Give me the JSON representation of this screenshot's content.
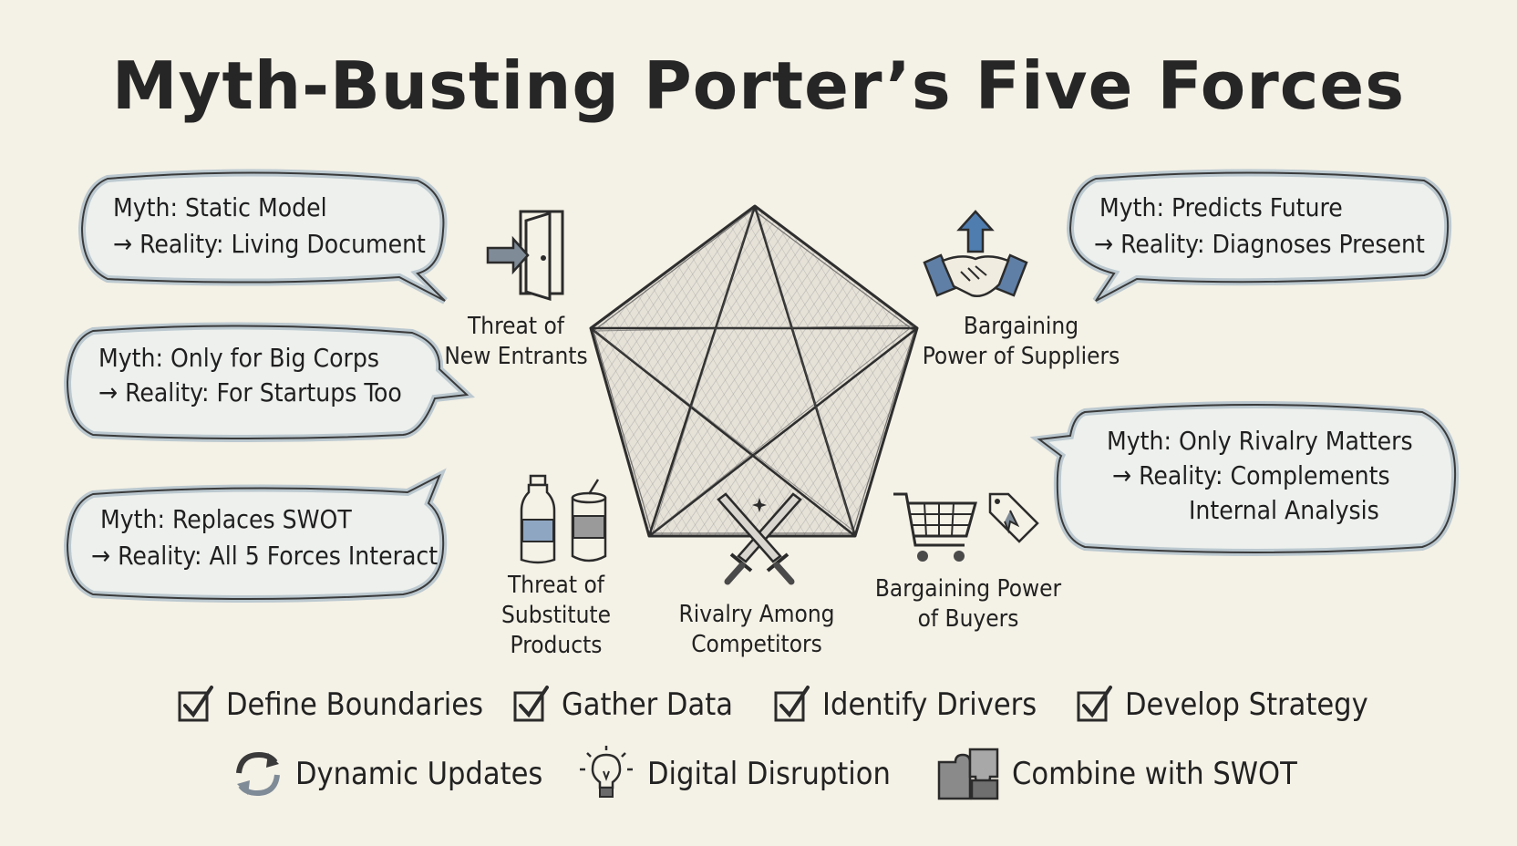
{
  "title": "Myth-Busting Porter’s Five Forces",
  "colors": {
    "bubble_fill": "#e9f0f4",
    "bubble_edge": "#6f8fa8",
    "ink": "#2a2a2a",
    "accent_blue": "#4f7db0"
  },
  "myths": [
    {
      "myth": "Myth: Static Model",
      "reality": "→ Reality: Living Document"
    },
    {
      "myth": "Myth: Only for Big Corps",
      "reality": "→ Reality: For Startups Too"
    },
    {
      "myth": "Myth: Replaces SWOT",
      "reality": "→ Reality: All 5 Forces Interact"
    },
    {
      "myth": "Myth: Predicts Future",
      "reality": "→ Reality: Diagnoses Present"
    },
    {
      "myth": "Myth: Only Rivalry Matters",
      "reality": "→ Reality: Complements",
      "reality_cont": "Internal Analysis"
    }
  ],
  "forces": [
    {
      "line1": "Threat of",
      "line2": "New Entrants",
      "icon": "door-icon"
    },
    {
      "line1": "Bargaining",
      "line2": "Power of Suppliers",
      "icon": "handshake-icon"
    },
    {
      "line1": "Threat of",
      "line2": "Substitute",
      "line3": "Products",
      "icon": "bottle-can-icon"
    },
    {
      "line1": "Rivalry Among",
      "line2": "Competitors",
      "icon": "crossed-swords-icon"
    },
    {
      "line1": "Bargaining Power",
      "line2": "of Buyers",
      "icon": "shopping-cart-icon"
    }
  ],
  "steps": [
    {
      "label": "Define Boundaries",
      "icon": "checkbox-icon"
    },
    {
      "label": "Gather Data",
      "icon": "checkbox-icon"
    },
    {
      "label": "Identify Drivers",
      "icon": "checkbox-icon"
    },
    {
      "label": "Develop Strategy",
      "icon": "checkbox-icon"
    }
  ],
  "extras": [
    {
      "label": "Dynamic Updates",
      "icon": "refresh-icon"
    },
    {
      "label": "Digital Disruption",
      "icon": "lightbulb-icon"
    },
    {
      "label": "Combine with SWOT",
      "icon": "puzzle-icon"
    }
  ]
}
